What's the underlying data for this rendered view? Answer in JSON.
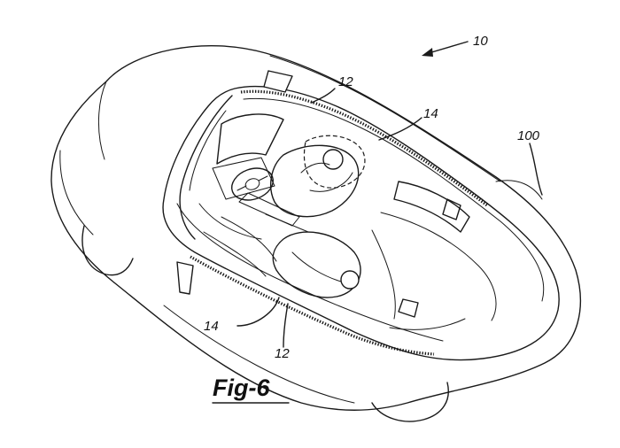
{
  "figure": {
    "caption": "Fig-6",
    "reference_labels": {
      "system": "10",
      "vehicle": "100",
      "member_upper": "12",
      "member_lower": "12",
      "strip_upper": "14",
      "strip_lower": "14"
    }
  }
}
